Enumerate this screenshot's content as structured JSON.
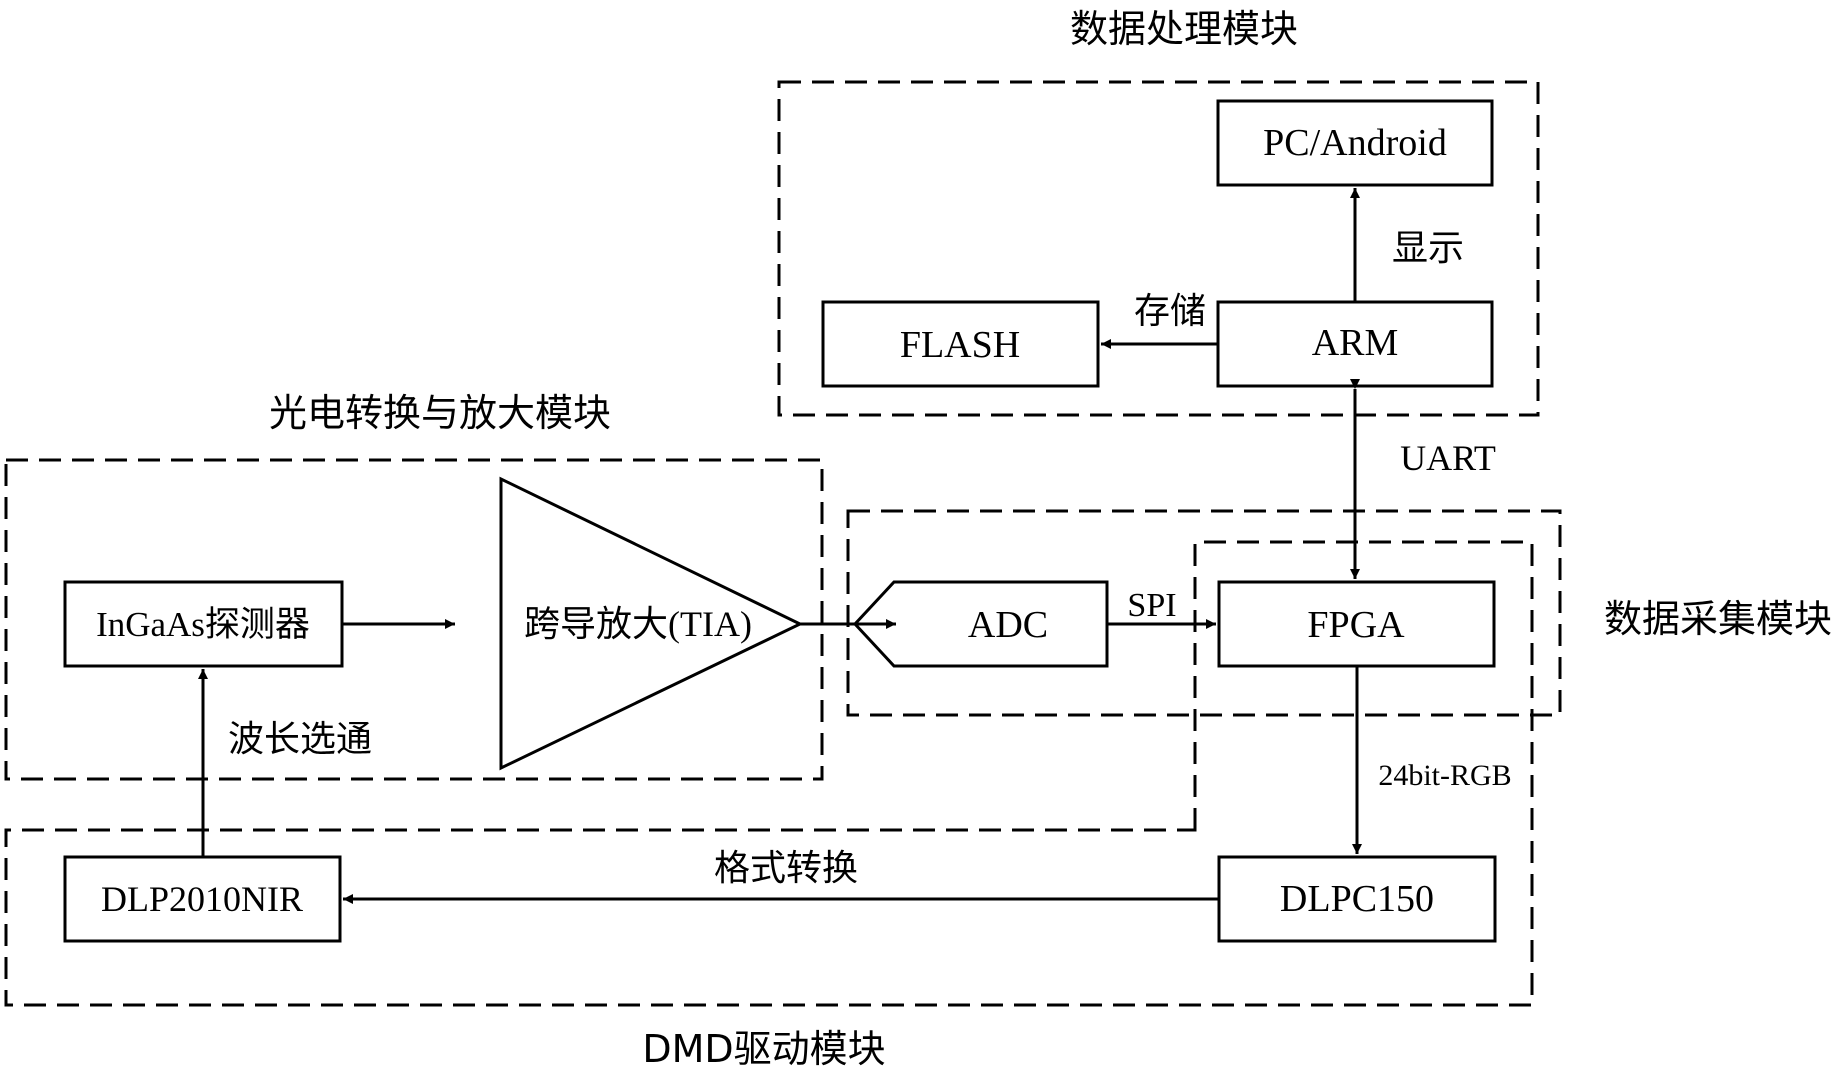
{
  "modules": {
    "data_processing": "数据处理模块",
    "photoelectric": "光电转换与放大模块",
    "acquisition": "数据采集模块",
    "dmd_driver": "DMD驱动模块"
  },
  "blocks": {
    "pc": "PC/Android",
    "flash": "FLASH",
    "arm": "ARM",
    "detector": "InGaAs探测器",
    "tia": "跨导放大(TIA)",
    "adc": "ADC",
    "fpga": "FPGA",
    "dlp": "DLP2010NIR",
    "dlpc": "DLPC150"
  },
  "edges": {
    "display": "显示",
    "storage": "存储",
    "uart": "UART",
    "spi": "SPI",
    "rgb": "24bit-RGB",
    "format": "格式转换",
    "wavelength": "波长选通"
  },
  "colors": {
    "line": "#000000",
    "background": "#ffffff"
  }
}
